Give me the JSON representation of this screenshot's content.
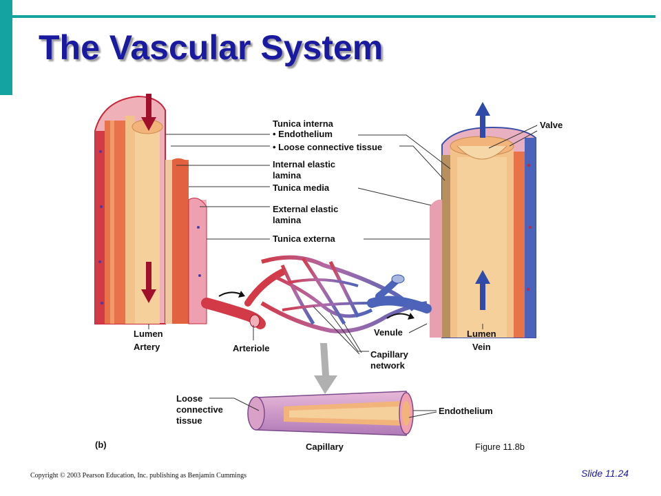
{
  "slide": {
    "title": "The Vascular System",
    "slide_number": "Slide 11.24",
    "copyright": "Copyright © 2003 Pearson Education, Inc. publishing as Benjamin Cummings",
    "figure_caption": "Figure 11.8b"
  },
  "diagram": {
    "panel_label": "(b)",
    "labels": {
      "tunica_interna": "Tunica interna",
      "endothelium_bullet": "• Endothelium",
      "loose_ct_bullet": "• Loose connective tissue",
      "internal_elastic_1": "Internal elastic",
      "internal_elastic_2": "lamina",
      "tunica_media": "Tunica media",
      "external_elastic_1": "External elastic",
      "external_elastic_2": "lamina",
      "tunica_externa": "Tunica externa",
      "valve": "Valve",
      "lumen_artery": "Lumen",
      "artery": "Artery",
      "arteriole": "Arteriole",
      "capillary_network_1": "Capillary",
      "capillary_network_2": "network",
      "venule": "Venule",
      "lumen_vein": "Lumen",
      "vein": "Vein",
      "loose_1": "Loose",
      "loose_2": "connective",
      "loose_3": "tissue",
      "endothelium_capillary": "Endothelium",
      "capillary": "Capillary"
    },
    "colors": {
      "artery_red": "#c8243a",
      "media_orange": "#e8734a",
      "intima_tan": "#f2c28a",
      "vein_blue": "#3b4fa8",
      "capillary_purple": "#9a6fb5",
      "arrow_red": "#a0102a",
      "arrow_blue": "#2f4aa8"
    }
  }
}
